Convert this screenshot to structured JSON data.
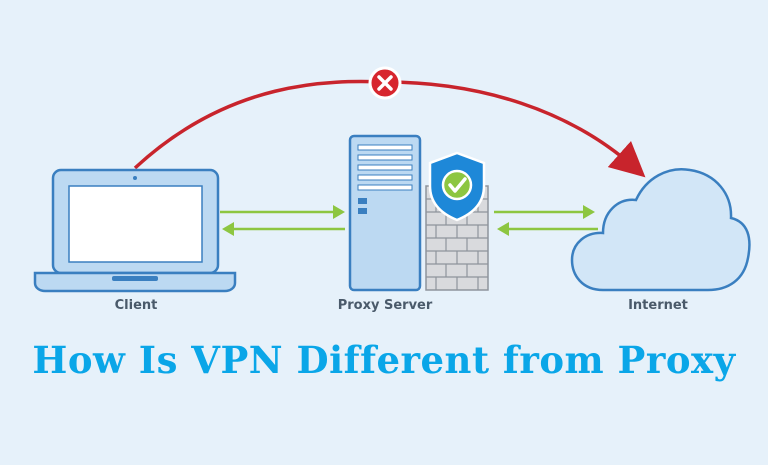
{
  "nodes": {
    "client": {
      "label": "Client"
    },
    "proxy": {
      "label": "Proxy Server"
    },
    "internet": {
      "label": "Internet"
    }
  },
  "headline": "How Is VPN Different from Proxy",
  "icons": [
    "laptop-icon",
    "server-icon",
    "firewall-icon",
    "shield-check-icon",
    "cloud-icon",
    "blocked-x-icon"
  ],
  "colors": {
    "background": "#e6f1fa",
    "outline": "#3a7fc0",
    "fill_light": "#ffffff",
    "fill_blue": "#bcd9f2",
    "blocked_path": "#c8242c",
    "arrow_green": "#8dc641",
    "shield": "#1e88d8",
    "headline": "#0aa6e8"
  }
}
